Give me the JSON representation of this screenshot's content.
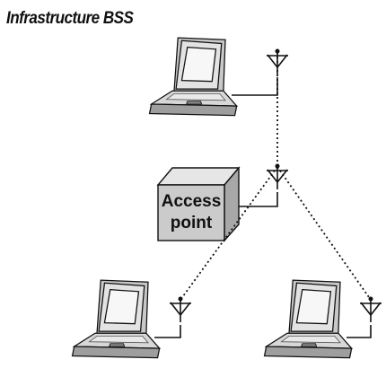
{
  "title": "Infrastructure BSS",
  "access_point": {
    "line1": "Access",
    "line2": "point"
  },
  "colors": {
    "laptop_light": "#e3e3e3",
    "laptop_mid": "#c8c8c8",
    "laptop_dark": "#9e9e9e",
    "screen": "#f7f7f7",
    "ap_front": "#cbcbcb",
    "ap_top": "#e6e6e6",
    "ap_side": "#a8a8a8",
    "line": "#111111"
  },
  "nodes": [
    {
      "id": "laptop-top",
      "kind": "station"
    },
    {
      "id": "laptop-bottom-left",
      "kind": "station"
    },
    {
      "id": "laptop-bottom-right",
      "kind": "station"
    },
    {
      "id": "access-point",
      "kind": "access-point"
    }
  ],
  "links": [
    {
      "from": "laptop-top",
      "to": "access-point",
      "style": "dotted"
    },
    {
      "from": "access-point",
      "to": "laptop-bottom-left",
      "style": "dotted"
    },
    {
      "from": "access-point",
      "to": "laptop-bottom-right",
      "style": "dotted"
    }
  ]
}
